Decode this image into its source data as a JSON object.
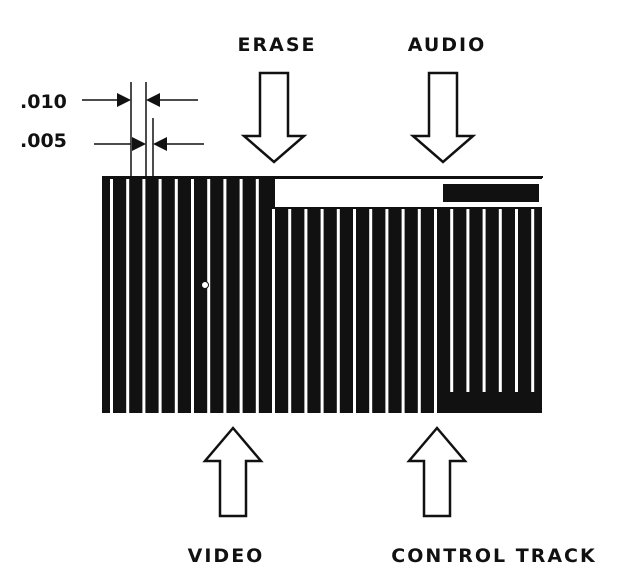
{
  "labels": {
    "erase": "ERASE",
    "audio": "AUDIO",
    "video": "VIDEO",
    "control_track": "CONTROL TRACK"
  },
  "dimensions": {
    "track_width": ".010",
    "guard_band": ".005"
  },
  "colors": {
    "ink": "#111111",
    "paper": "#ffffff"
  }
}
